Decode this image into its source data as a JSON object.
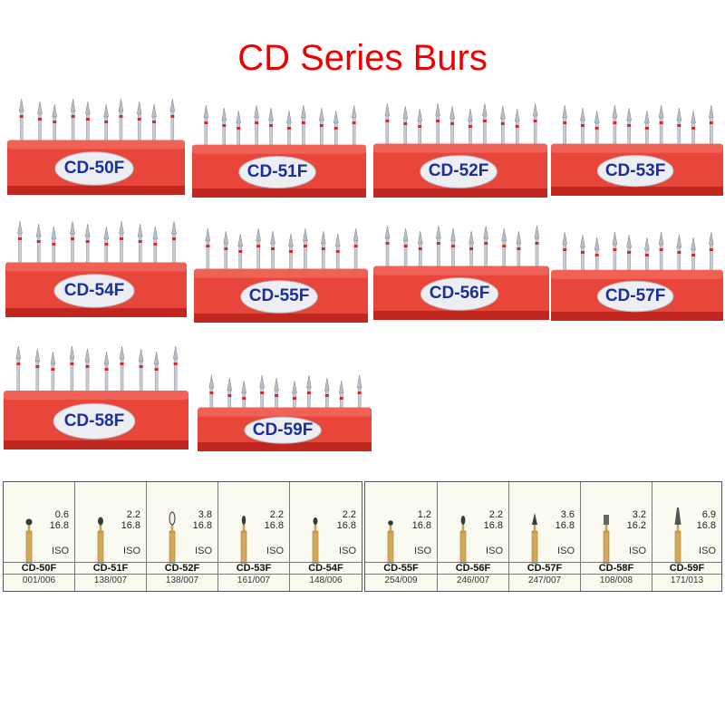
{
  "title": "CD Series Burs",
  "colors": {
    "title": "#ee0000",
    "holder": "#e8453b",
    "holder_shadow": "#c0281f",
    "label_oval": "#eceef2",
    "label_text": "#1c2f9a",
    "diamond_band": "#d62828",
    "gold": "#d4a85a"
  },
  "kits": [
    {
      "label": "CD-50F"
    },
    {
      "label": "CD-51F"
    },
    {
      "label": "CD-52F"
    },
    {
      "label": "CD-53F"
    },
    {
      "label": "CD-54F"
    },
    {
      "label": "CD-55F"
    },
    {
      "label": "CD-56F"
    },
    {
      "label": "CD-57F"
    },
    {
      "label": "CD-58F"
    },
    {
      "label": "CD-59F"
    }
  ],
  "table": [
    {
      "code": "CD-50F",
      "ref": "001/006",
      "size": "0.6",
      "length": "16.8",
      "iso": "ISO"
    },
    {
      "code": "CD-51F",
      "ref": "138/007",
      "size": "2.2",
      "length": "16.8",
      "iso": "ISO"
    },
    {
      "code": "CD-52F",
      "ref": "138/007",
      "size": "3.8",
      "length": "16.8",
      "iso": "ISO"
    },
    {
      "code": "CD-53F",
      "ref": "161/007",
      "size": "2.2",
      "length": "16.8",
      "iso": "ISO"
    },
    {
      "code": "CD-54F",
      "ref": "148/006",
      "size": "2.2",
      "length": "16.8",
      "iso": "ISO"
    },
    {
      "code": "CD-55F",
      "ref": "254/009",
      "size": "1.2",
      "length": "16.8",
      "iso": "ISO"
    },
    {
      "code": "CD-56F",
      "ref": "246/007",
      "size": "2.2",
      "length": "16.8",
      "iso": "ISO"
    },
    {
      "code": "CD-57F",
      "ref": "247/007",
      "size": "3.6",
      "length": "16.8",
      "iso": "ISO"
    },
    {
      "code": "CD-58F",
      "ref": "108/008",
      "size": "3.2",
      "length": "16.2",
      "iso": "ISO"
    },
    {
      "code": "CD-59F",
      "ref": "171/013",
      "size": "6.9",
      "length": "16.8",
      "iso": "ISO"
    }
  ]
}
